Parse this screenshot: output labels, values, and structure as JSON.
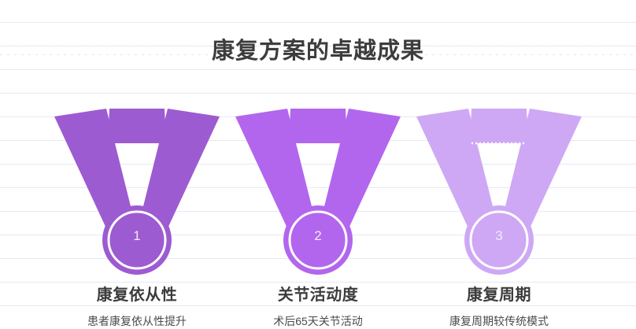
{
  "page": {
    "title": "康复方案的卓越成果",
    "background_color": "#FFFFFF",
    "title_color": "#3C3C3C",
    "rule_line_color": "#DEE2EE"
  },
  "medals": [
    {
      "rank": "1",
      "heading": "康复依从性",
      "description": "患者康复依从性提升",
      "color": "#9D5BD2",
      "ribbon_icon": "medal-ribbon-icon",
      "number_color": "#F1E4FA"
    },
    {
      "rank": "2",
      "heading": "关节活动度",
      "description": "术后65天关节活动",
      "color": "#B266EE",
      "ribbon_icon": "medal-ribbon-icon",
      "number_color": "#F3E9FD"
    },
    {
      "rank": "3",
      "heading": "康复周期",
      "description": "康复周期较传统模式",
      "color": "#CEA8F5",
      "ribbon_icon": "medal-ribbon-icon",
      "number_color": "#F6EEFE"
    }
  ]
}
